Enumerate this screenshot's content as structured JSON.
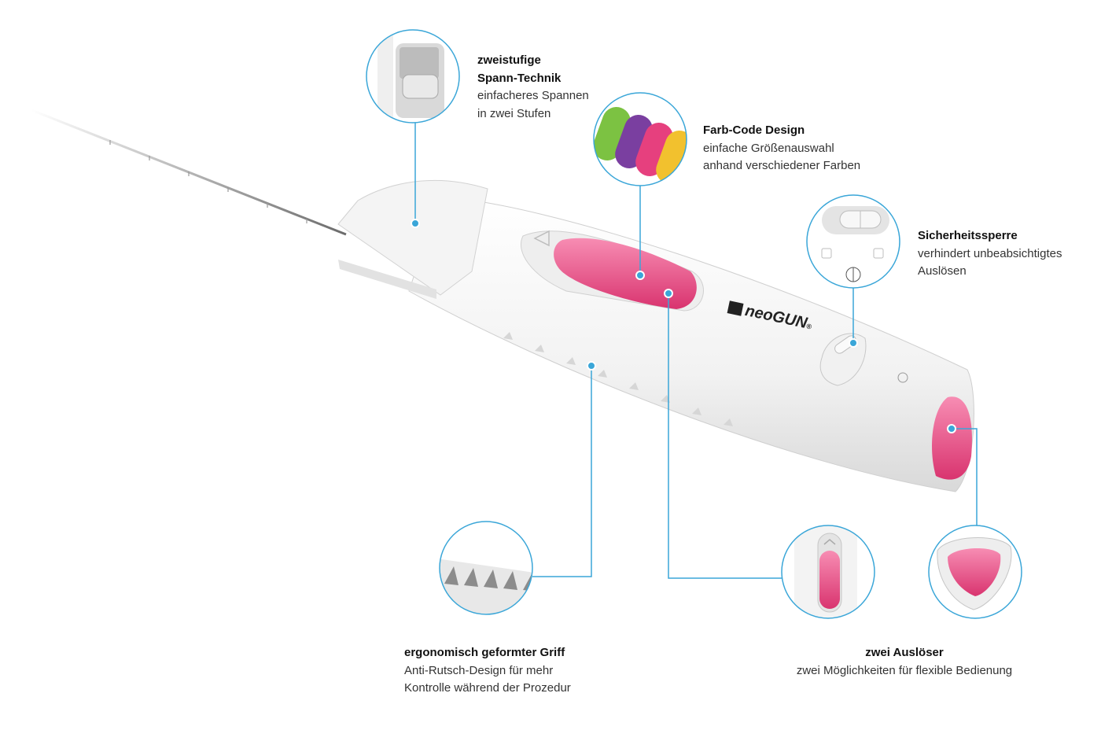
{
  "brand": {
    "name_prefix": "neo",
    "name_main": "GUN",
    "registered": "®"
  },
  "features": {
    "spann": {
      "title_line1": "zweistufige",
      "title_line2": "Spann-Technik",
      "desc_line1": "einfacheres Spannen",
      "desc_line2": "in zwei Stufen"
    },
    "farbcode": {
      "title": "Farb-Code Design",
      "desc_line1": "einfache Größenauswahl",
      "desc_line2": "anhand verschiedener Farben"
    },
    "sicherheit": {
      "title": "Sicherheitssperre",
      "desc_line1": "verhindert unbeabsichtigtes",
      "desc_line2": "Auslösen"
    },
    "griff": {
      "title": "ergonomisch geformter Griff",
      "desc_line1": "Anti-Rutsch-Design für mehr",
      "desc_line2": "Kontrolle während der Prozedur"
    },
    "ausloeser": {
      "title": "zwei Auslöser",
      "desc_line1": "zwei Möglichkeiten für flexible Bedienung"
    }
  },
  "colors": {
    "accent_line": "#3aa6d8",
    "trigger_pink": "#e6407e",
    "body_white": "#f7f7f7",
    "code_green": "#7cc242",
    "code_purple": "#7a3fa0",
    "code_pink": "#e6407e",
    "code_yellow": "#f2c12e"
  }
}
